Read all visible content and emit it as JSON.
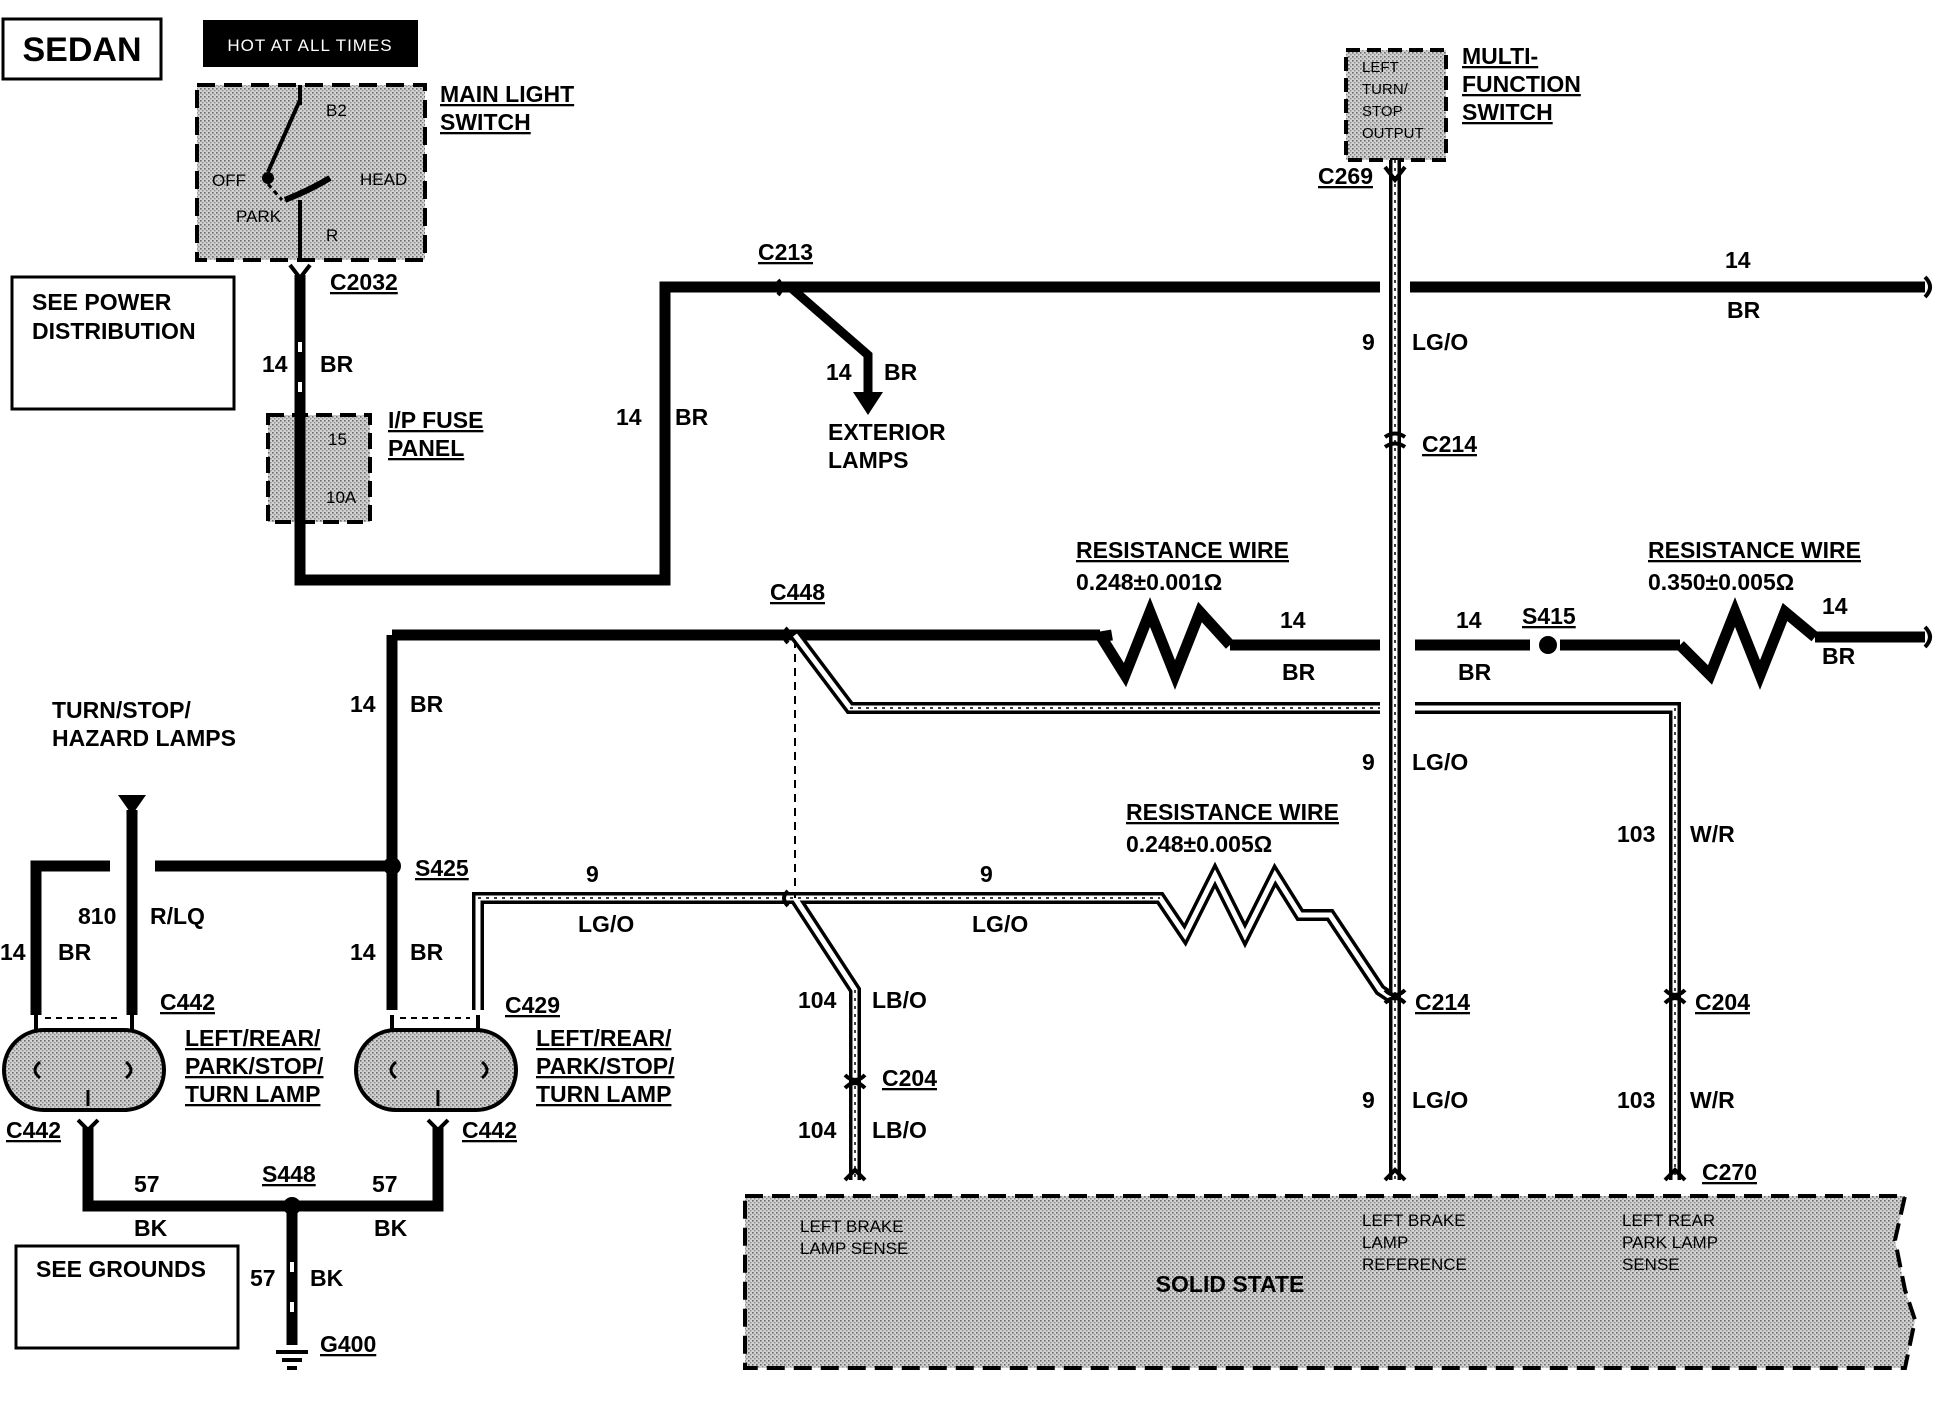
{
  "diagram": {
    "badge": "SEDAN",
    "hot_banner": "HOT AT ALL TIMES",
    "main_light_switch": {
      "title_lines": [
        "MAIN LIGHT",
        "SWITCH"
      ],
      "terminals": {
        "b2": "B2",
        "off": "OFF",
        "head": "HEAD",
        "park": "PARK",
        "r": "R"
      }
    },
    "power_dist": [
      "SEE POWER",
      "DISTRIBUTION"
    ],
    "fuse_panel": {
      "title_lines": [
        "I/P FUSE",
        "PANEL"
      ],
      "fuse_number": "15",
      "fuse_rating": "10A"
    },
    "mfs": {
      "title_lines": [
        "MULTI-",
        "FUNCTION",
        "SWITCH"
      ],
      "inner_lines": [
        "LEFT",
        "TURN/",
        "STOP",
        "OUTPUT"
      ]
    },
    "exterior_lamps": [
      "EXTERIOR",
      "LAMPS"
    ],
    "turn_stop_hazard": [
      "TURN/STOP/",
      "HAZARD LAMPS"
    ],
    "lamp_label": [
      "LEFT/REAR/",
      "PARK/STOP/",
      "TURN LAMP"
    ],
    "see_grounds": "SEE GROUNDS",
    "resistance_wires": [
      {
        "title": "RESISTANCE WIRE",
        "value": "0.248±0.001Ω"
      },
      {
        "title": "RESISTANCE WIRE",
        "value": "0.350±0.005Ω"
      },
      {
        "title": "RESISTANCE WIRE",
        "value": "0.248±0.005Ω"
      }
    ],
    "connectors": {
      "c2032": "C2032",
      "c213": "C213",
      "c269": "C269",
      "c214a": "C214",
      "c214b": "C214",
      "c448": "C448",
      "s415": "S415",
      "s425": "S425",
      "c442a": "C442",
      "c442b": "C442",
      "c442c": "C442",
      "c429": "C429",
      "c204a": "C204",
      "c204b": "C204",
      "c270": "C270",
      "s448": "S448",
      "g400": "G400"
    },
    "wire_codes": {
      "w14": "14",
      "br": "BR",
      "w9": "9",
      "lgo": "LG/O",
      "w810": "810",
      "rlg": "R/LQ",
      "w104": "104",
      "lbo": "LB/O",
      "w103": "103",
      "wr": "W/R",
      "w57": "57",
      "bk": "BK"
    },
    "solid_state": {
      "title": "SOLID STATE",
      "pin1": [
        "LEFT BRAKE",
        "LAMP SENSE"
      ],
      "pin2": [
        "LEFT BRAKE",
        "LAMP",
        "REFERENCE"
      ],
      "pin3": [
        "LEFT REAR",
        "PARK LAMP",
        "SENSE"
      ]
    },
    "colors": {
      "ink": "#000000",
      "shade": "#bdbdbd",
      "background": "#ffffff"
    }
  }
}
